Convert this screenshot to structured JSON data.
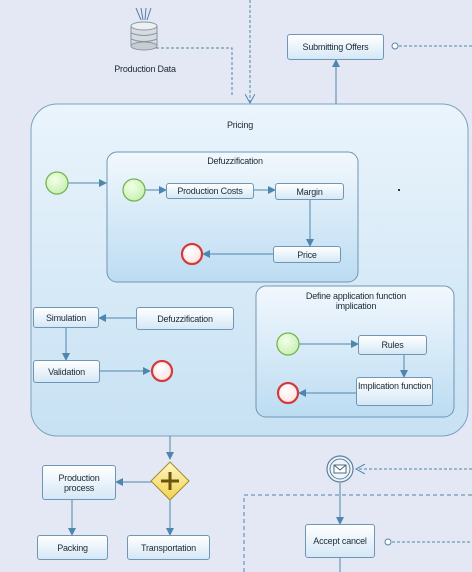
{
  "labels": {
    "production_data": "Production Data",
    "submitting_offers": "Submitting Offers",
    "pricing": "Pricing",
    "defuzzification_group": "Defuzzification",
    "production_costs": "Production Costs",
    "margin": "Margin",
    "price": "Price",
    "simulation": "Simulation",
    "defuzzification_task": "Defuzzification",
    "validation": "Validation",
    "define_application": "Define application function implication",
    "rules": "Rules",
    "implication_function": "Implication function",
    "production_process": "Production process",
    "packing": "Packing",
    "transportation": "Transportation",
    "accept_cancel": "Accept cancel"
  },
  "colors": {
    "background": "#e4e8f4",
    "connector": "#4f86ad",
    "start_event": "#7cc05a",
    "end_event": "#d43a3a",
    "gateway": "#f2d84a"
  }
}
